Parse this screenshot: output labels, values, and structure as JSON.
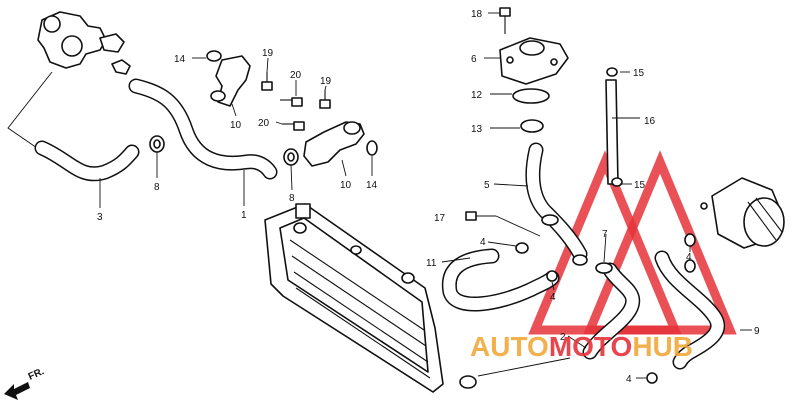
{
  "callouts": [
    {
      "id": "c18",
      "text": "18"
    },
    {
      "id": "c6",
      "text": "6"
    },
    {
      "id": "c12",
      "text": "12"
    },
    {
      "id": "c13",
      "text": "13"
    },
    {
      "id": "c15a",
      "text": "15"
    },
    {
      "id": "c16",
      "text": "16"
    },
    {
      "id": "c15b",
      "text": "15"
    },
    {
      "id": "c5",
      "text": "5"
    },
    {
      "id": "c14a",
      "text": "14"
    },
    {
      "id": "c19a",
      "text": "19"
    },
    {
      "id": "c20a",
      "text": "20"
    },
    {
      "id": "c19b",
      "text": "19"
    },
    {
      "id": "c20b",
      "text": "20"
    },
    {
      "id": "c10a",
      "text": "10"
    },
    {
      "id": "c10b",
      "text": "10"
    },
    {
      "id": "c14b",
      "text": "14"
    },
    {
      "id": "c8a",
      "text": "8"
    },
    {
      "id": "c8b",
      "text": "8"
    },
    {
      "id": "c3",
      "text": "3"
    },
    {
      "id": "c1",
      "text": "1"
    },
    {
      "id": "c17",
      "text": "17"
    },
    {
      "id": "c4a",
      "text": "4"
    },
    {
      "id": "c11",
      "text": "11"
    },
    {
      "id": "c7",
      "text": "7"
    },
    {
      "id": "c4b",
      "text": "4"
    },
    {
      "id": "c4c",
      "text": "4"
    },
    {
      "id": "c2",
      "text": "2"
    },
    {
      "id": "c9",
      "text": "9"
    },
    {
      "id": "c4d",
      "text": "4"
    }
  ],
  "direction": {
    "label": "FR.",
    "icon": "arrow-forward-icon"
  },
  "watermark": {
    "part1": "AUTO",
    "part2": "MOTO",
    "part3": "HUB",
    "color_orange": "#f2a93b",
    "color_red": "#e5323a"
  }
}
